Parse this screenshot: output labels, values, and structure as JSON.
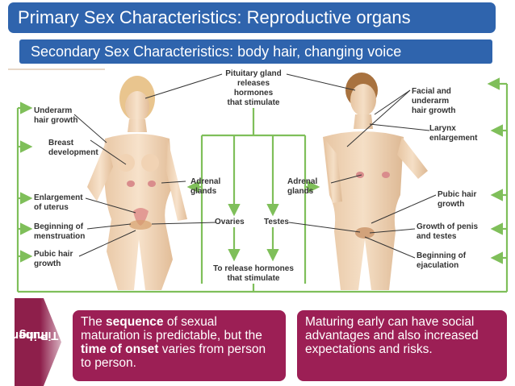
{
  "header": {
    "title": "Primary Sex Characteristics: Reproductive organs",
    "subtitle": "Secondary Sex Characteristics: body hair, changing voice"
  },
  "diagram": {
    "center": {
      "pituitary": "Pituitary gland\nreleases\nhormones\nthat stimulate",
      "adrenal_left": "Adrenal\nglands",
      "adrenal_right": "Adrenal\nglands",
      "ovaries": "Ovaries",
      "testes": "Testes",
      "release": "To release hormones\nthat stimulate"
    },
    "female": [
      "Underarm\nhair growth",
      "Breast\ndevelopment",
      "Enlargement\nof uterus",
      "Beginning of\nmenstruation",
      "Pubic hair\ngrowth"
    ],
    "male": [
      "Facial and\nunderarm\nhair growth",
      "Larynx\nenlargement",
      "Pubic hair\ngrowth",
      "Growth of penis\nand testes",
      "Beginning of\nejaculation"
    ]
  },
  "timing": {
    "label_line1": "Puberty",
    "label_line2": "Timing",
    "box1": {
      "t1": "The ",
      "b1": "sequence",
      "t2": " of sexual maturation is predictable, but the ",
      "b2": "time of onset",
      "t3": " varies from person to person."
    },
    "box2": "Maturing early can have social advantages and also increased expectations and risks."
  },
  "colors": {
    "header_bg": "#2f64ad",
    "box_bg": "#9c1f55",
    "arrow": "#7fbf5a",
    "skin": "#f3d9bd"
  }
}
